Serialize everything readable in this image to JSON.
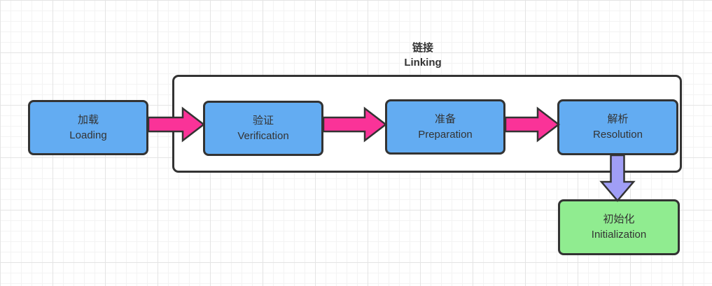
{
  "diagram": {
    "type": "flowchart",
    "background_grid": "on",
    "group": {
      "label_zh": "链接",
      "label_en": "Linking"
    },
    "nodes": [
      {
        "id": "loading",
        "label_zh": "加载",
        "label_en": "Loading",
        "fill": "#63ACF2"
      },
      {
        "id": "verification",
        "label_zh": "验证",
        "label_en": "Verification",
        "fill": "#63ACF2"
      },
      {
        "id": "preparation",
        "label_zh": "准备",
        "label_en": "Preparation",
        "fill": "#63ACF2"
      },
      {
        "id": "resolution",
        "label_zh": "解析",
        "label_en": "Resolution",
        "fill": "#63ACF2"
      },
      {
        "id": "initialization",
        "label_zh": "初始化",
        "label_en": "Initialization",
        "fill": "#90EC90"
      }
    ],
    "connectors": [
      {
        "from": "loading",
        "to": "verification",
        "direction": "right",
        "color": "#FA3398"
      },
      {
        "from": "verification",
        "to": "preparation",
        "direction": "right",
        "color": "#FA3398"
      },
      {
        "from": "preparation",
        "to": "resolution",
        "direction": "right",
        "color": "#FA3398"
      },
      {
        "from": "resolution",
        "to": "initialization",
        "direction": "down",
        "color": "#A09EF6"
      }
    ],
    "colors": {
      "node_border": "#333333",
      "node_blue": "#63ACF2",
      "node_green": "#90EC90",
      "arrow_pink": "#FA3398",
      "arrow_purple": "#A09EF6",
      "group_fill": "#FFFFFF",
      "text": "#333333"
    }
  }
}
